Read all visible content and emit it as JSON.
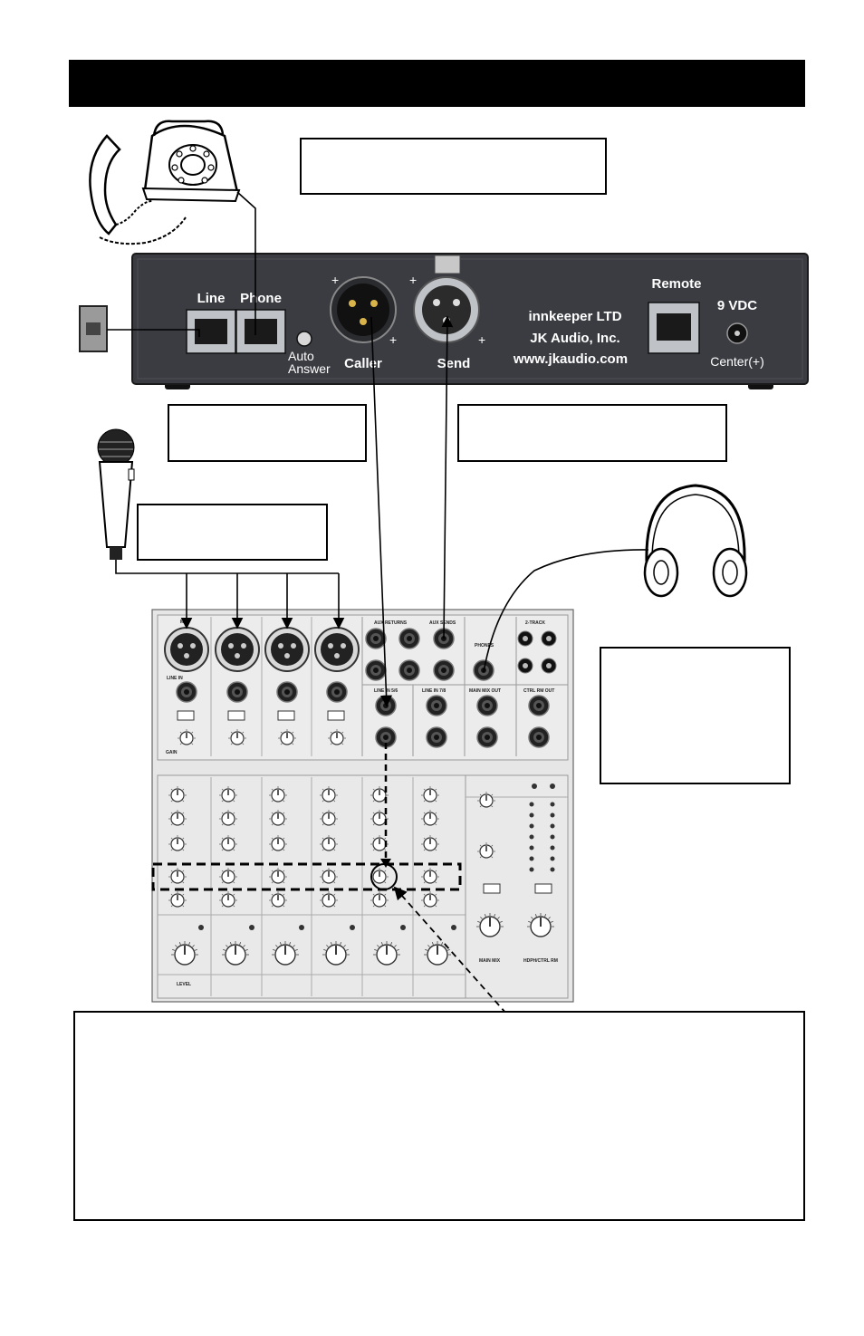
{
  "title_bar": {
    "text": ""
  },
  "callouts": {
    "top": "",
    "caller_note": "",
    "send_note": "",
    "mic_note": "",
    "headphones_note": "",
    "bottom_note": ""
  },
  "device": {
    "jack_line": "Line",
    "jack_phone": "Phone",
    "auto_answer_1": "Auto",
    "auto_answer_2": "Answer",
    "caller": "Caller",
    "send": "Send",
    "brand_1": "innkeeper LTD",
    "brand_2": "JK Audio, Inc.",
    "brand_3": "www.jkaudio.com",
    "remote": "Remote",
    "power": "9 VDC",
    "center": "Center(+)"
  },
  "mixer": {
    "aux_returns": "AUX RETURNS",
    "aux_sends": "AUX SENDS",
    "phones": "PHONES",
    "two_track": "2-TRACK",
    "line_in_56": "LINE IN 5/6",
    "line_in_78": "LINE IN 7/8",
    "main_mix_out": "MAIN MIX OUT",
    "ctrl_rm_out": "CTRL RM OUT",
    "main_mix": "MAIN MIX",
    "hdph_ctrl_rm": "HDPH/CTRL RM",
    "level": "LEVEL",
    "gain": "GAIN",
    "line_in": "LINE IN",
    "mic": "MIC"
  },
  "colors": {
    "device_body": "#3a3c42",
    "title_bar": "#000000",
    "mixer_panel": "#e6e6e6"
  }
}
